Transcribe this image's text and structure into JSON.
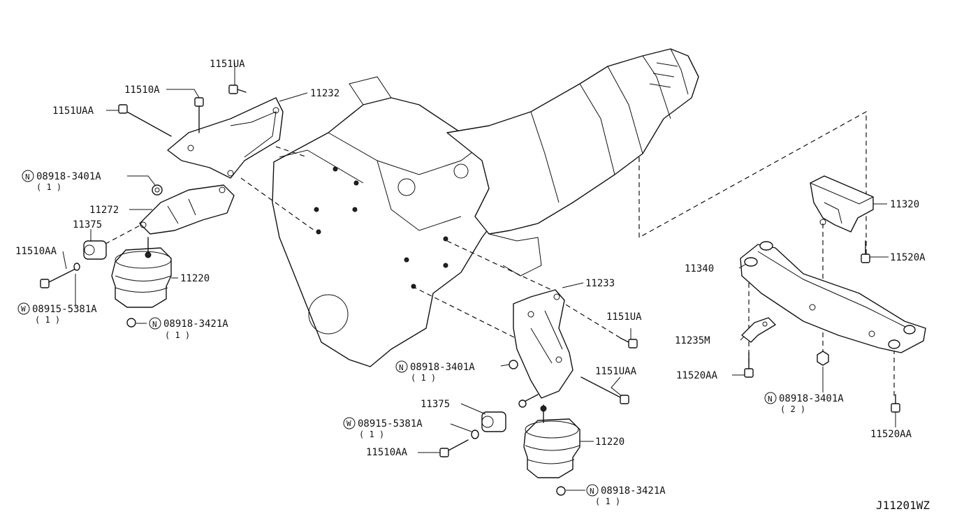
{
  "diagram_id": "J11201WZ",
  "labels": {
    "p1151UA_top": "1151UA",
    "p11510A": "11510A",
    "p1151UAA_top": "1151UAA",
    "p11232": "11232",
    "pN08918_3401A_top": "08918-3401A",
    "pN08918_3401A_top_qty": "( 1 )",
    "p11272": "11272",
    "p11375_left": "11375",
    "p11510AA_left": "11510AA",
    "p11220_left": "11220",
    "pW08915_5381A_left": "08915-5381A",
    "pW08915_5381A_left_qty": "( 1 )",
    "pN08918_3421A_left": "08918-3421A",
    "pN08918_3421A_left_qty": "( 1 )",
    "p11233": "11233",
    "p1151UA_right": "1151UA",
    "pN08918_3401A_mid": "08918-3401A",
    "pN08918_3401A_mid_qty": "( 1 )",
    "p1151UAA_right": "1151UAA",
    "p11375_right": "11375",
    "pW08915_5381A_right": "08915-5381A",
    "pW08915_5381A_right_qty": "( 1 )",
    "p11510AA_right": "11510AA",
    "p11220_right": "11220",
    "pN08918_3421A_right": "08918-3421A",
    "pN08918_3421A_right_qty": "( 1 )",
    "p11320": "11320",
    "p11520A": "11520A",
    "p11340": "11340",
    "p11235M": "11235M",
    "p11520AA_left": "11520AA",
    "pN08918_3401A_right": "08918-3401A",
    "pN08918_3401A_right_qty": "( 2 )",
    "p11520AA_right": "11520AA"
  },
  "symbols": {
    "nut": "N",
    "washer": "W"
  }
}
